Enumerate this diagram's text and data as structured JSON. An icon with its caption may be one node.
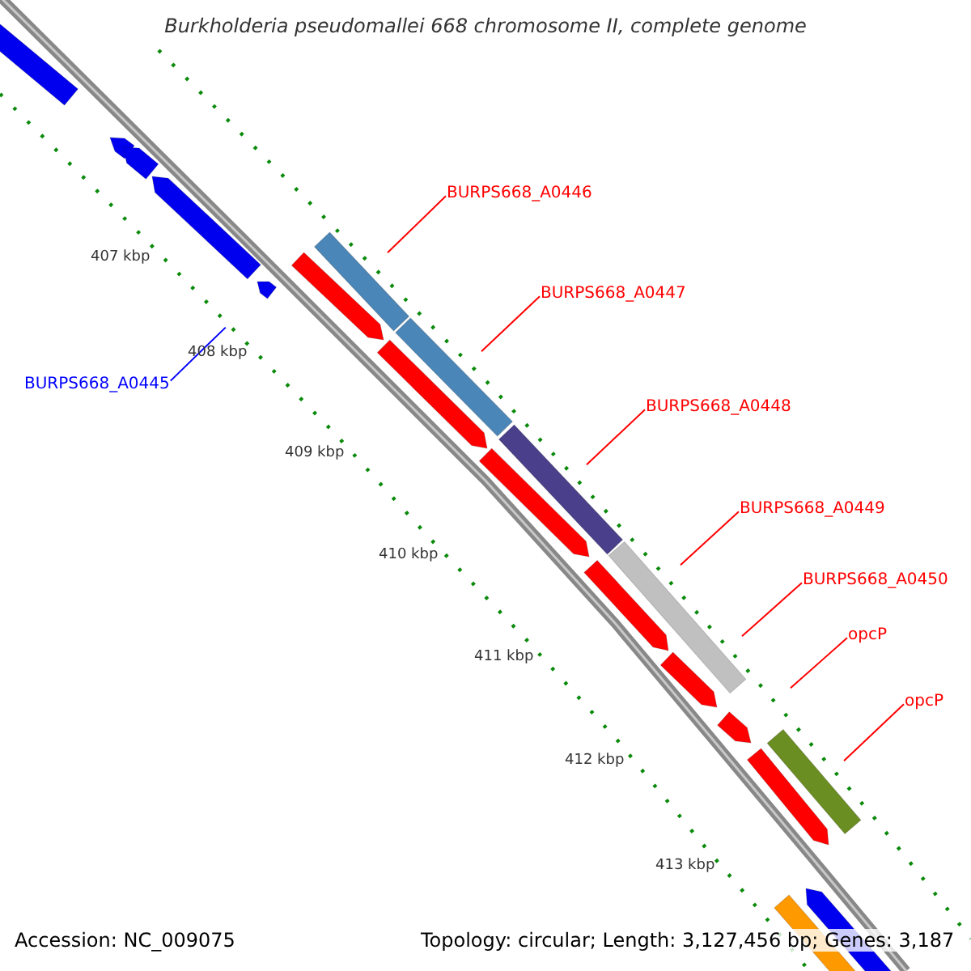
{
  "diagram": {
    "title": "Burkholderia pseudomallei 668 chromosome II, complete genome",
    "nodes": [
      {
        "text": [
          "BURPS668_A0446"
        ]
      },
      {
        "text": [
          "BURPS668_A0447"
        ]
      },
      {
        "text": [
          "BURPS668_A0448"
        ]
      },
      {
        "text": [
          "BURPS668_A0449"
        ]
      },
      {
        "text": [
          "BURPS668_A0450"
        ]
      },
      {
        "text": [
          "opcP"
        ]
      },
      {
        "text": [
          "opcP"
        ]
      },
      {
        "text": [
          "BURPS668_A0445"
        ]
      }
    ],
    "edges": [
      {
        "from": 0,
        "to": null,
        "arrow": "none"
      },
      {
        "from": 1,
        "to": null,
        "arrow": "none"
      },
      {
        "from": 2,
        "to": null,
        "arrow": "none"
      },
      {
        "from": 3,
        "to": null,
        "arrow": "none"
      },
      {
        "from": 4,
        "to": null,
        "arrow": "none"
      },
      {
        "from": 5,
        "to": null,
        "arrow": "none"
      },
      {
        "from": 6,
        "to": null,
        "arrow": "none"
      },
      {
        "from": 7,
        "to": null,
        "arrow": "none",
        "color": "#0000ff"
      }
    ],
    "labels": [
      "407 kbp",
      "408 kbp",
      "409 kbp",
      "410 kbp",
      "411 kbp",
      "412 kbp",
      "413 kbp",
      "Accession: NC_009075",
      "Topology: circular; Length: 3,127,456 bp; Genes: 3,187"
    ]
  }
}
